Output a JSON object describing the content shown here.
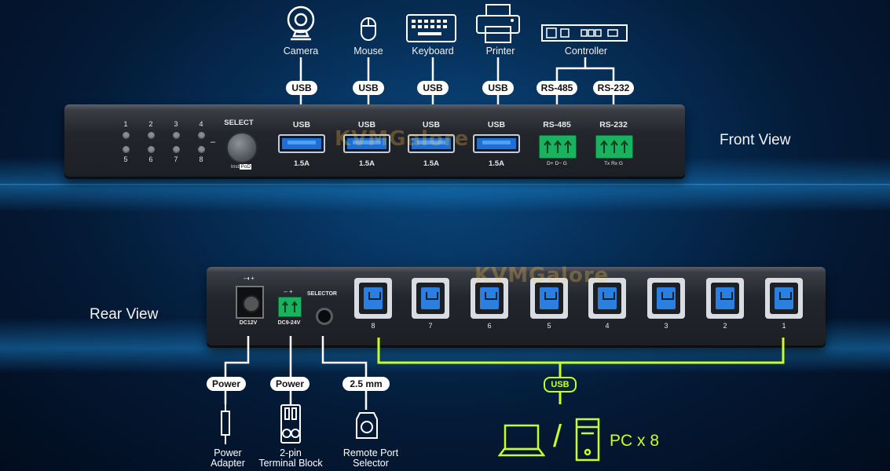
{
  "views": {
    "front": "Front View",
    "rear": "Rear View"
  },
  "watermark": "KVMGalore",
  "front": {
    "peripherals": [
      {
        "name": "Camera",
        "icon": "camera-icon",
        "connector": "USB"
      },
      {
        "name": "Mouse",
        "icon": "mouse-icon",
        "connector": "USB"
      },
      {
        "name": "Keyboard",
        "icon": "keyboard-icon",
        "connector": "USB"
      },
      {
        "name": "Printer",
        "icon": "printer-icon",
        "connector": "USB"
      }
    ],
    "controller": {
      "name": "Controller",
      "icon": "controller-icon",
      "connectors": [
        "RS-485",
        "RS-232"
      ]
    },
    "port_numbers_top": [
      "1",
      "2",
      "3",
      "4"
    ],
    "port_numbers_bottom": [
      "5",
      "6",
      "7",
      "8"
    ],
    "select_label": "SELECT",
    "select_sub": [
      "Inst",
      "PoD"
    ],
    "dash": "–",
    "usb_ports": [
      {
        "label": "USB",
        "rating": "1.5A"
      },
      {
        "label": "USB",
        "rating": "1.5A"
      },
      {
        "label": "USB",
        "rating": "1.5A"
      },
      {
        "label": "USB",
        "rating": "1.5A"
      }
    ],
    "rs485": {
      "label": "RS-485",
      "pins": "D+  D−  G"
    },
    "rs232": {
      "label": "RS-232",
      "pins": "Tx  Rx  G"
    }
  },
  "rear": {
    "dc_symbol": "–◐+",
    "dc_label": "DC12V",
    "terminal_polarity": "–  +",
    "terminal_label": "DC9-24V",
    "selector_label": "SELECTOR",
    "pc_ports": [
      "8",
      "7",
      "6",
      "5",
      "4",
      "3",
      "2",
      "1"
    ],
    "callouts": [
      {
        "pill": "Power",
        "caption_line1": "Power",
        "caption_line2": "Adapter",
        "icon": "power-plug-icon"
      },
      {
        "pill": "Power",
        "caption_line1": "2-pin",
        "caption_line2": "Terminal Block",
        "icon": "terminal-block-icon"
      },
      {
        "pill": "2.5 mm",
        "caption_line1": "Remote Port",
        "caption_line2": "Selector",
        "icon": "remote-selector-icon"
      }
    ],
    "usb_pill": "USB",
    "pc_label": "PC x 8",
    "pc_separator": "/"
  },
  "colors": {
    "accent_green": "#c8ff20",
    "usb_blue": "#1d6fd6",
    "terminal_green": "#19b35f"
  }
}
